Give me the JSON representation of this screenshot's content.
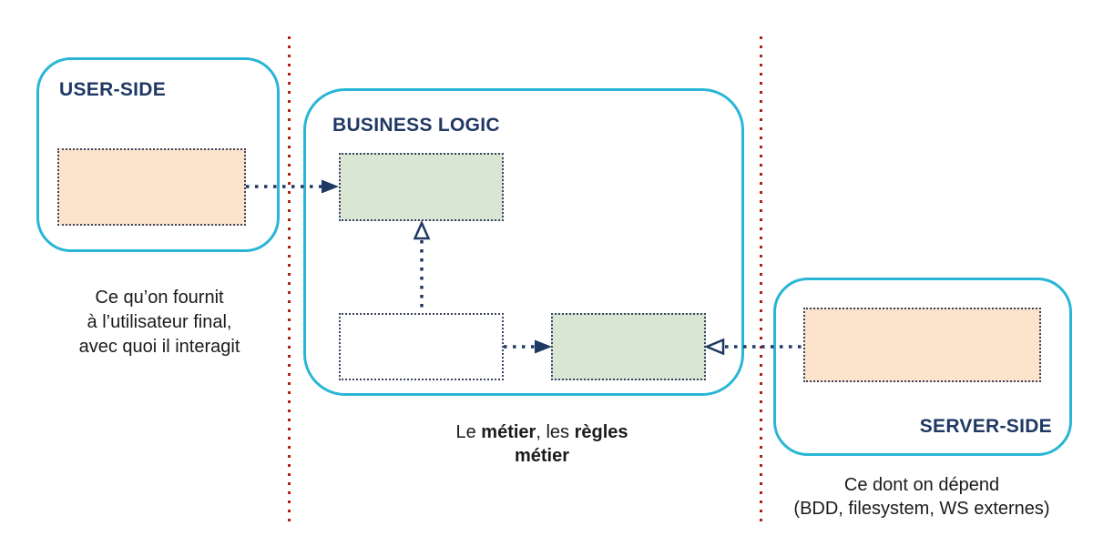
{
  "diagram": {
    "type": "architecture-diagram",
    "colors": {
      "box_border_cyan": "#29b6d6",
      "title_navy": "#1f3864",
      "arrow_navy": "#1f3864",
      "separator_red": "#b01f15",
      "fill_green": "#d8e6d3",
      "fill_peach": "#fce4cc",
      "caption_text": "#1b1b1b"
    }
  },
  "user_side": {
    "title": "USER-SIDE",
    "caption_lines": [
      "Ce qu’on fournit",
      "à l’utilisateur final,",
      "avec quoi il interagit"
    ]
  },
  "business_logic": {
    "title": "BUSINESS LOGIC",
    "caption": {
      "part1": "Le ",
      "bold1": "métier",
      "part2": ", les ",
      "bold2": "règles",
      "bold3": "métier"
    }
  },
  "server_side": {
    "title": "SERVER-SIDE",
    "caption_lines": [
      "Ce dont on dépend",
      "(BDD, filesystem, WS externes)"
    ]
  }
}
